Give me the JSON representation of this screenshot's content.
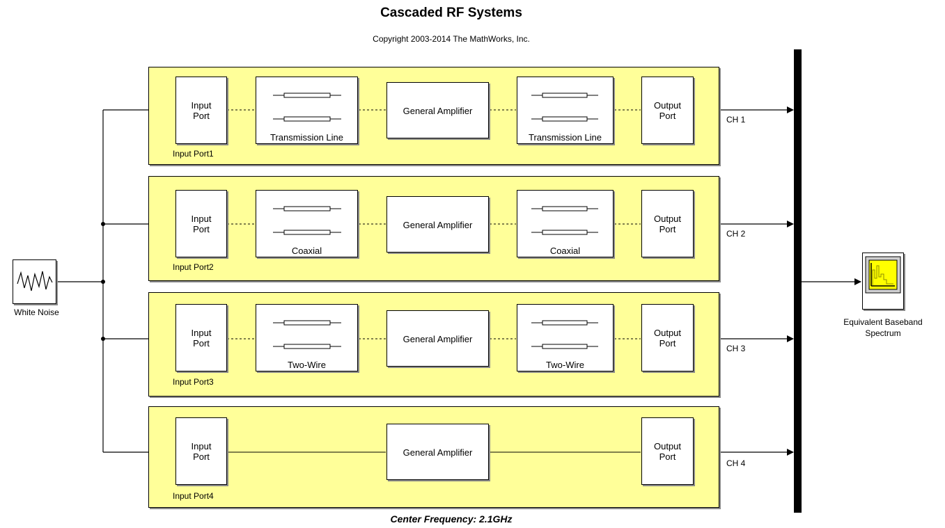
{
  "diagram": {
    "title": "Cascaded RF Systems",
    "copyright": "Copyright 2003-2014 The MathWorks, Inc.",
    "footer": "Center Frequency:  2.1GHz",
    "source": {
      "label": "White Noise",
      "icon": "noise-waveform-icon"
    },
    "sink": {
      "label_line1": "Equivalent Baseband",
      "label_line2": "Spectrum",
      "icon": "spectrum-scope-icon"
    },
    "channels": [
      {
        "input_block": "Input\nPort",
        "input_line1": "Input",
        "input_line2": "Port",
        "input_name": "Input  Port1",
        "line1_label": "Transmission Line",
        "amp_label": "General Amplifier",
        "line2_label": "Transmission Line",
        "output_line1": "Output",
        "output_line2": "Port",
        "channel": "CH 1"
      },
      {
        "input_line1": "Input",
        "input_line2": "Port",
        "input_name": "Input  Port2",
        "line1_label": "Coaxial",
        "amp_label": "General Amplifier",
        "line2_label": "Coaxial",
        "output_line1": "Output",
        "output_line2": "Port",
        "channel": "CH 2"
      },
      {
        "input_line1": "Input",
        "input_line2": "Port",
        "input_name": "Input  Port3",
        "line1_label": "Two-Wire",
        "amp_label": "General Amplifier",
        "line2_label": "Two-Wire",
        "output_line1": "Output",
        "output_line2": "Port",
        "channel": "CH 3"
      },
      {
        "input_line1": "Input",
        "input_line2": "Port",
        "input_name": "Input  Port4",
        "amp_label": "General Amplifier",
        "output_line1": "Output",
        "output_line2": "Port",
        "channel": "CH 4"
      }
    ],
    "colors": {
      "subsystem_fill": "#ffff99",
      "bus": "#000000",
      "scope_screen": "#ffff00"
    }
  }
}
